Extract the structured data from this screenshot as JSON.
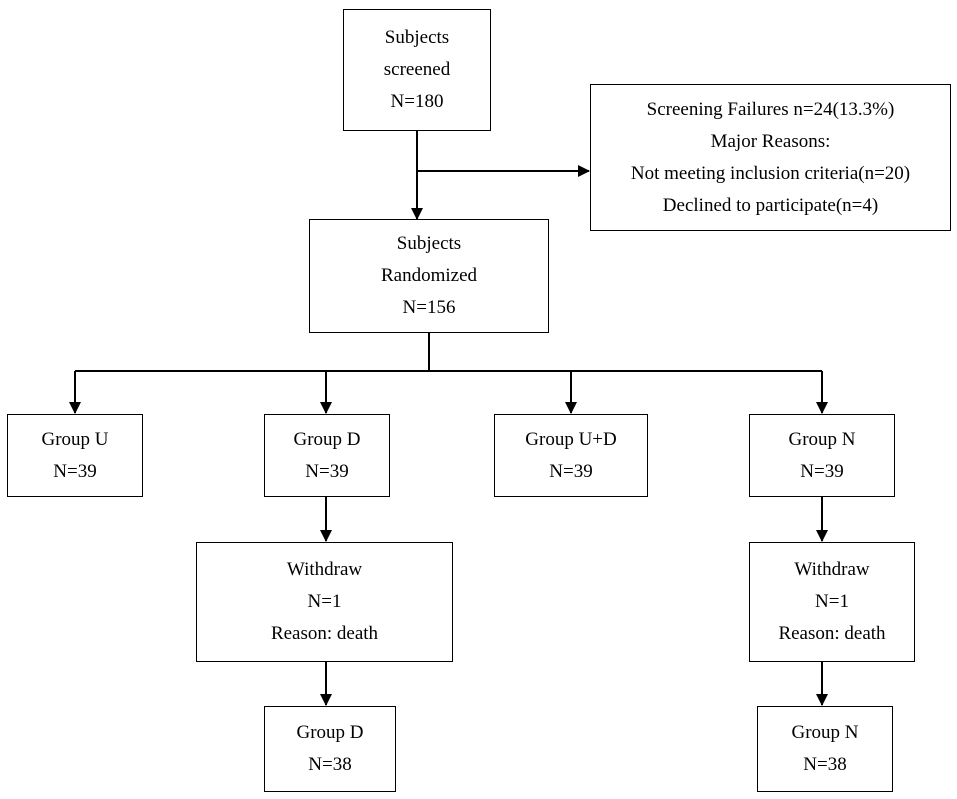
{
  "screened": {
    "line1": "Subjects",
    "line2": "screened",
    "line3": "N=180"
  },
  "failures": {
    "line1": "Screening Failures n=24(13.3%)",
    "line2": "Major Reasons:",
    "line3": "Not meeting inclusion criteria(n=20)",
    "line4": "Declined to participate(n=4)"
  },
  "randomized": {
    "line1": "Subjects",
    "line2": "Randomized",
    "line3": "N=156"
  },
  "groups": [
    {
      "label": "Group U",
      "count": "N=39"
    },
    {
      "label": "Group D",
      "count": "N=39"
    },
    {
      "label": "Group U+D",
      "count": "N=39"
    },
    {
      "label": "Group N",
      "count": "N=39"
    }
  ],
  "withdraw_d": {
    "line1": "Withdraw",
    "line2": "N=1",
    "line3": "Reason:  death"
  },
  "withdraw_n": {
    "line1": "Withdraw",
    "line2": "N=1",
    "line3": "Reason:  death"
  },
  "final_d": {
    "label": "Group D",
    "count": "N=38"
  },
  "final_n": {
    "label": "Group N",
    "count": "N=38"
  }
}
